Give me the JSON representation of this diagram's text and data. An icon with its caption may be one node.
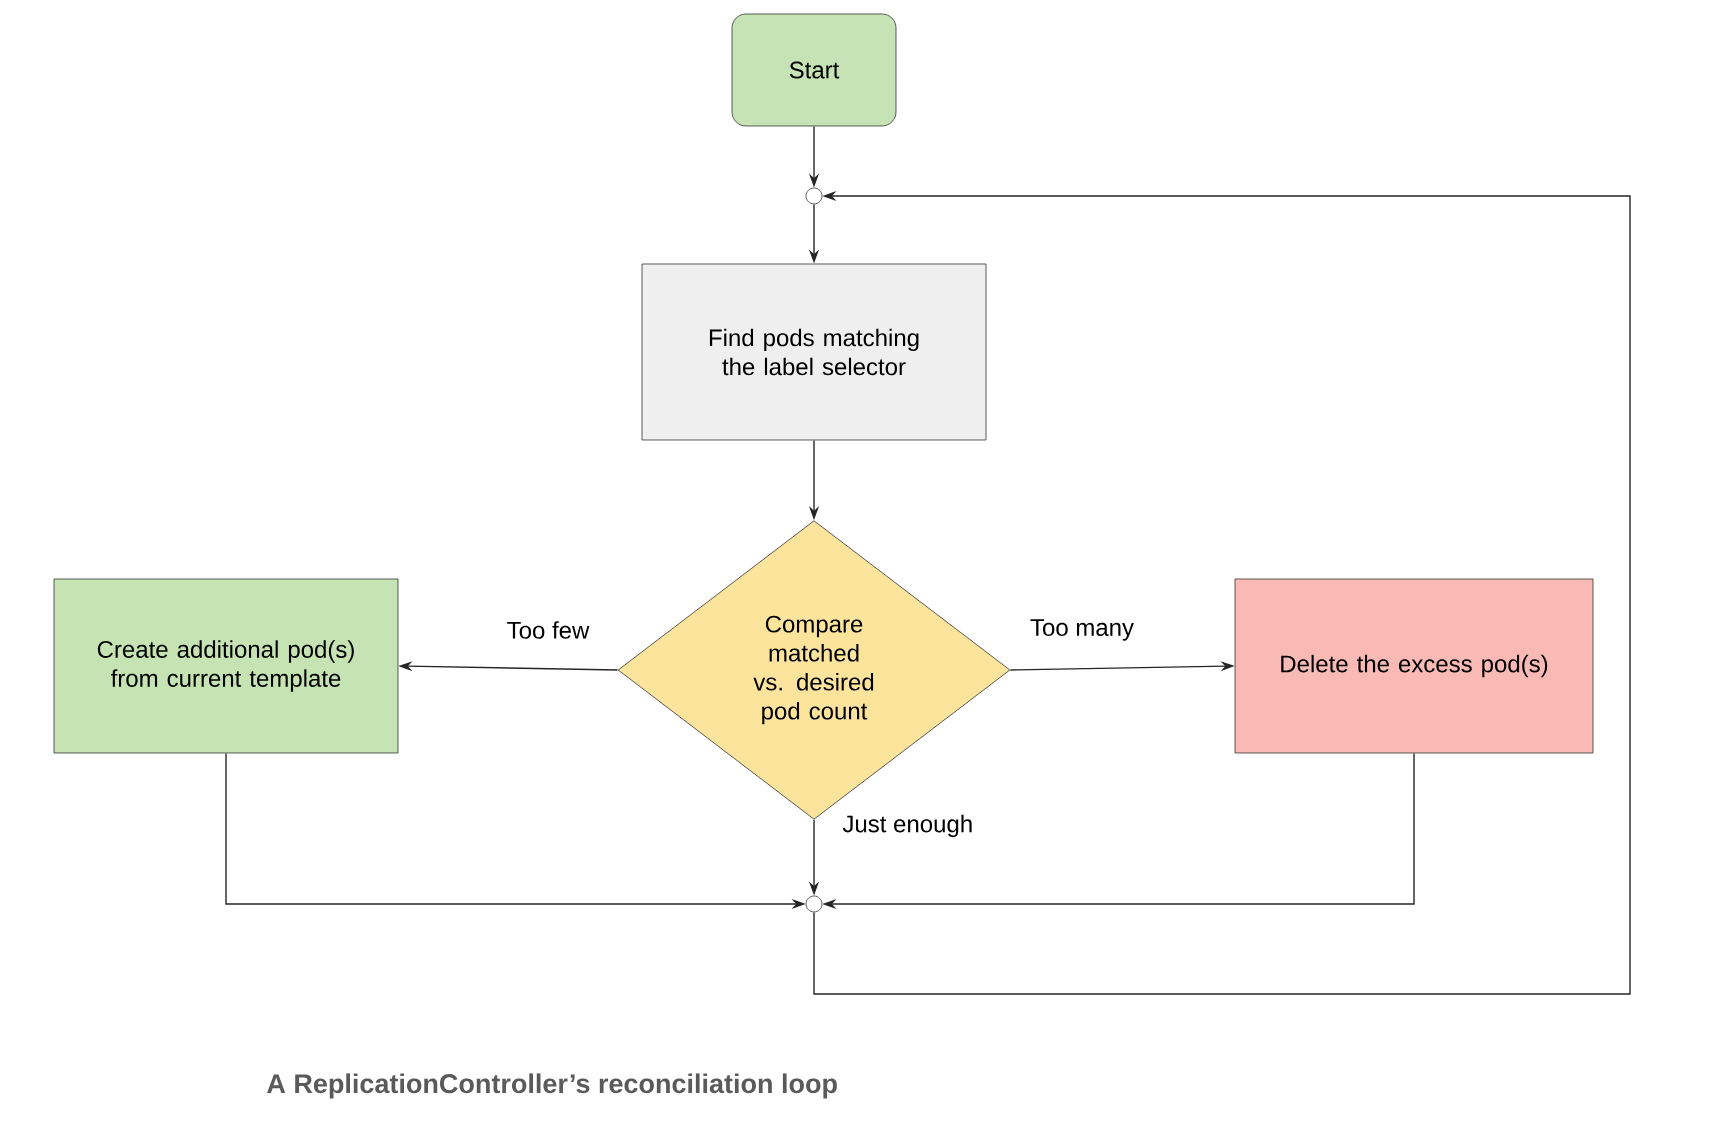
{
  "diagram": {
    "caption": "A ReplicationController’s reconciliation loop",
    "nodes": [
      {
        "text": [
          "Start"
        ]
      },
      {
        "text": [],
        "shape": "circle"
      },
      {
        "text": [
          "Find pods matching the label selector"
        ]
      },
      {
        "text": [
          "Compare matched vs. desired pod count"
        ]
      },
      {
        "text": [
          "Create additional pod(s) from current template"
        ]
      },
      {
        "text": [
          "Delete the excess pod(s)"
        ]
      },
      {
        "text": [],
        "shape": "circle"
      }
    ],
    "edges": [
      {
        "from": 0,
        "to": 1,
        "arrow": "to"
      },
      {
        "from": 1,
        "to": 2,
        "arrow": "to"
      },
      {
        "from": 2,
        "to": 3,
        "arrow": "to"
      },
      {
        "from": 3,
        "to": 4,
        "arrow": "to",
        "label": "Too few"
      },
      {
        "from": 3,
        "to": 5,
        "arrow": "to",
        "label": "Too many"
      },
      {
        "from": 3,
        "to": 6,
        "arrow": "to",
        "label": "Just enough"
      },
      {
        "from": 4,
        "to": 6,
        "arrow": "to"
      },
      {
        "from": 5,
        "to": 6,
        "arrow": "to"
      },
      {
        "from": 6,
        "to": 1,
        "arrow": "to"
      }
    ]
  }
}
